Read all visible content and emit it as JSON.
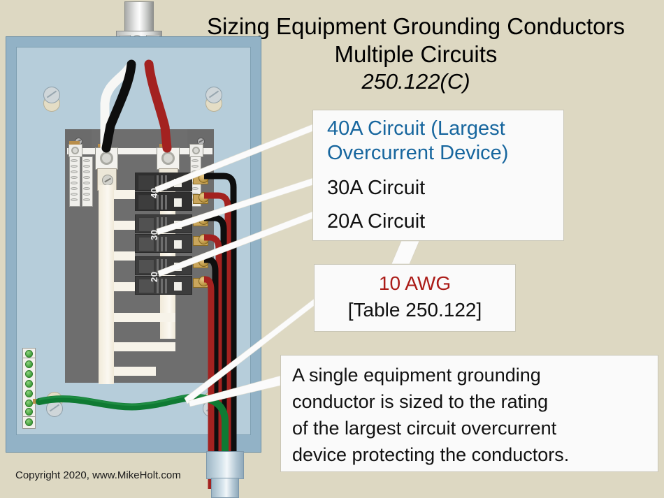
{
  "title": {
    "line1": "Sizing Equipment Grounding Conductors",
    "line2": "Multiple Circuits",
    "line3": "250.122(C)"
  },
  "copyright": "Copyright 2020, www.MikeHolt.com",
  "colors": {
    "background": "#ddd8c2",
    "accent_blue": "#17669e",
    "accent_red": "#ab1b17",
    "panel_frame": "#92b2c6",
    "panel_interior": "#b6cdda",
    "backplate": "#6e6e6e",
    "ground_wire": "#17803a",
    "hot_red": "#a32220",
    "hot_black": "#111111"
  },
  "callouts": [
    {
      "name": "circuits-callout",
      "lines": [
        {
          "text": "40A Circuit (Largest",
          "color": "blue"
        },
        {
          "text": "Overcurrent Device)",
          "color": "blue"
        },
        {
          "text": "30A Circuit",
          "color": "black"
        },
        {
          "text": "20A Circuit",
          "color": "black"
        }
      ]
    },
    {
      "name": "conductor-size-callout",
      "lines": [
        {
          "text": "10 AWG",
          "color": "red"
        },
        {
          "text": "[Table 250.122]",
          "color": "black"
        }
      ]
    },
    {
      "name": "explanation-callout",
      "lines": [
        {
          "text": "A single equipment grounding",
          "color": "black"
        },
        {
          "text": "conductor is sized to the rating",
          "color": "black"
        },
        {
          "text": "of the largest circuit overcurrent",
          "color": "black"
        },
        {
          "text": "device protecting the conductors.",
          "color": "black"
        }
      ]
    }
  ],
  "panel": {
    "breakers": [
      {
        "rating": "40",
        "poles": 2
      },
      {
        "rating": "30",
        "poles": 2
      },
      {
        "rating": "20",
        "poles": 2
      }
    ],
    "service_conductors": [
      {
        "name": "neutral",
        "color": "white"
      },
      {
        "name": "phase-a",
        "color": "black"
      },
      {
        "name": "phase-b",
        "color": "red"
      }
    ],
    "branch_conductor_count": 6,
    "grounding_conductor": {
      "color": "green",
      "size": "10 AWG"
    }
  }
}
